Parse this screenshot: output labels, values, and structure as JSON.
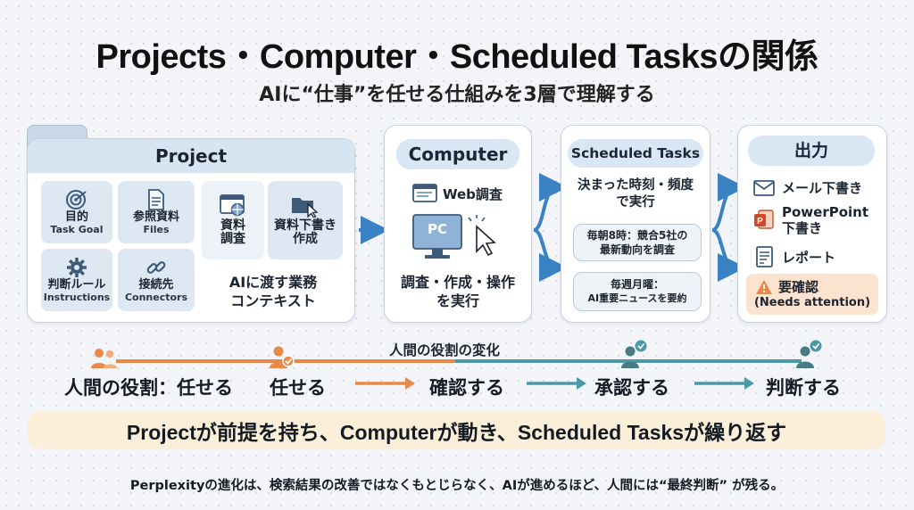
{
  "title": "Projects・Computer・Scheduled Tasksの関係",
  "subtitle": "AIに“仕事”を任せる仕組みを3層で理解する",
  "project": {
    "header": "Project",
    "tiles": [
      {
        "l1": "目的",
        "l2": "Task Goal",
        "icon": "target-icon"
      },
      {
        "l1": "参照資料",
        "l2": "Files",
        "icon": "document-icon"
      },
      {
        "l1": "判断ルール",
        "l2": "Instructions",
        "icon": "gear-icon"
      },
      {
        "l1": "接続先",
        "l2": "Connectors",
        "icon": "link-icon"
      }
    ],
    "research_tile": {
      "l1": "資料",
      "l2": "調査"
    },
    "draft_tile": {
      "l1": "資料下書き",
      "l2": "作成"
    },
    "context_line1": "AIに渡す業務",
    "context_line2": "コンテキスト"
  },
  "computer": {
    "header": "Computer",
    "web_label": "Web調査",
    "pc_label": "PC",
    "caption_line1": "調査・作成・操作",
    "caption_line2": "を実行"
  },
  "scheduled": {
    "header": "Scheduled Tasks",
    "desc_line1": "決まった時刻・頻度",
    "desc_line2": "で実行",
    "bubble1_line1": "毎朝8時：競合5社の",
    "bubble1_line2": "最新動向を調査",
    "bubble2_line1": "毎週月曜：",
    "bubble2_line2": "AI重要ニュースを要約"
  },
  "output": {
    "header": "出力",
    "items": [
      {
        "label": "メール下書き",
        "icon": "mail-icon"
      },
      {
        "label_line1": "PowerPoint",
        "label_line2": "下書き",
        "icon": "powerpoint-icon"
      },
      {
        "label": "レポート",
        "icon": "report-icon"
      }
    ],
    "warning_line1": "要確認",
    "warning_line2": "(Needs attention)"
  },
  "roles": {
    "heading": "人間の役割の変化",
    "start_label": "人間の役割：任せる",
    "steps": [
      "任せる",
      "確認する",
      "承認する",
      "判断する"
    ]
  },
  "banner": "Projectが前提を持ち、Computerが動き、Scheduled Tasksが繰り返す",
  "footer": "Perplexityの進化は、検索結果の改善ではなくもとじらなく、AIが進めるほど、人間には“最終判断” が残る。",
  "colors": {
    "blue_arrow": "#3b82c4",
    "orange": "#e8894a",
    "teal": "#4a9aa8",
    "warning_bg": "#fce3cf",
    "banner_bg": "#fbefd9"
  }
}
